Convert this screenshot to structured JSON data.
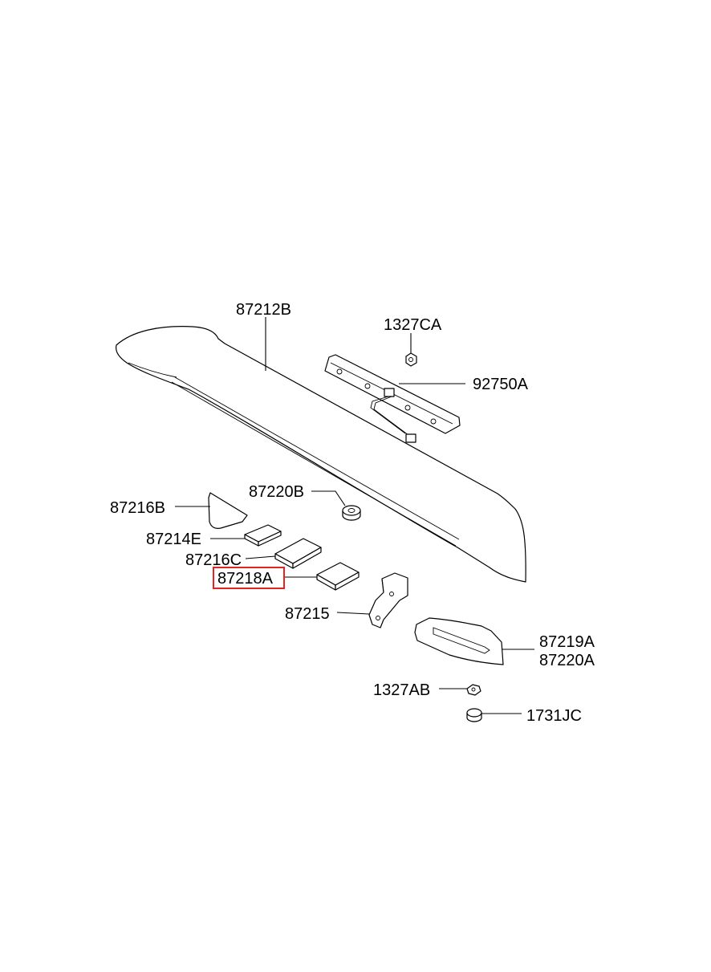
{
  "highlight_color": "#e8231f",
  "highlighted_part": "87218A",
  "labels": {
    "spoiler": "87212B",
    "nut_top": "1327CA",
    "stop_lamp": "92750A",
    "pad_b": "87220B",
    "triangle_pad": "87216B",
    "pad_e": "87214E",
    "pad_c": "87216C",
    "pad_a": "87218A",
    "bracket": "87215",
    "cover_a": "87219A",
    "cover_b": "87220A",
    "nut_bottom": "1327AB",
    "grommet": "1731JC"
  }
}
